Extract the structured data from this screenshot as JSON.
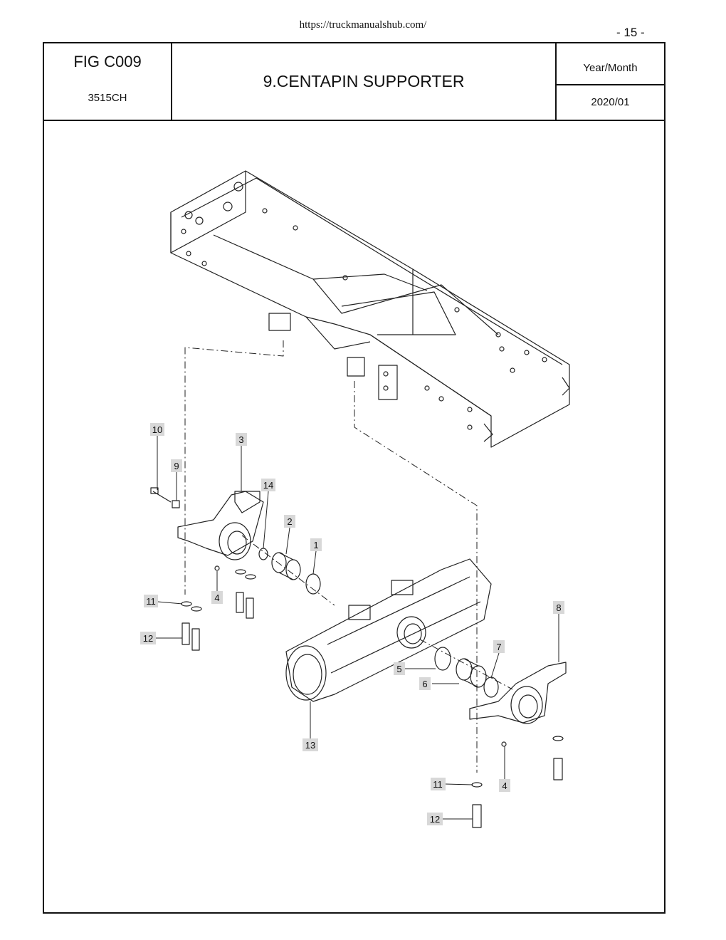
{
  "url": "https://truckmanualshub.com/",
  "page_number": "- 15 -",
  "header": {
    "figure": "FIG C009",
    "model": "3515CH",
    "title": "9.CENTAPIN SUPPORTER",
    "year_month_label": "Year/Month",
    "date": "2020/01"
  },
  "callouts": {
    "c10": "10",
    "c9": "9",
    "c3": "3",
    "c14": "14",
    "c2": "2",
    "c1": "1",
    "c11a": "11",
    "c4a": "4",
    "c12a": "12",
    "c8": "8",
    "c7": "7",
    "c5": "5",
    "c6": "6",
    "c13": "13",
    "c11b": "11",
    "c4b": "4",
    "c12b": "12"
  }
}
